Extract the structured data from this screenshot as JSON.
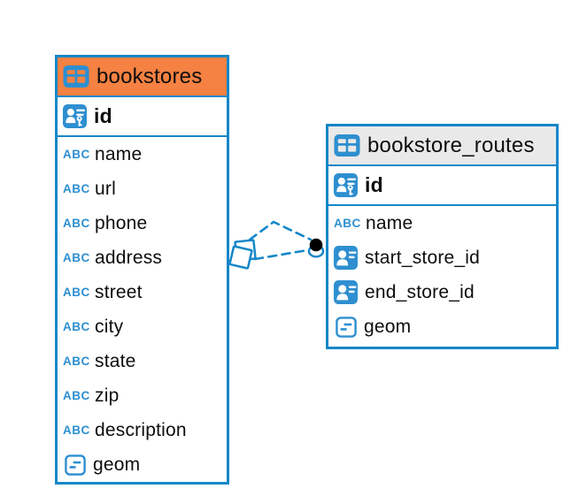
{
  "colors": {
    "accent_blue": "#1587C8",
    "icon_blue": "#2E8FD0",
    "header_orange": "#F58142",
    "header_gray": "#E9E9E9"
  },
  "icons": {
    "text_type_label": "ABC"
  },
  "tables": [
    {
      "title": "bookstores",
      "header_color": "orange",
      "primary_key": "id",
      "fields": [
        {
          "name": "name",
          "type": "text"
        },
        {
          "name": "url",
          "type": "text"
        },
        {
          "name": "phone",
          "type": "text"
        },
        {
          "name": "address",
          "type": "text"
        },
        {
          "name": "street",
          "type": "text"
        },
        {
          "name": "city",
          "type": "text"
        },
        {
          "name": "state",
          "type": "text"
        },
        {
          "name": "zip",
          "type": "text"
        },
        {
          "name": "description",
          "type": "text"
        },
        {
          "name": "geom",
          "type": "geometry"
        }
      ]
    },
    {
      "title": "bookstore_routes",
      "header_color": "gray",
      "primary_key": "id",
      "fields": [
        {
          "name": "name",
          "type": "text"
        },
        {
          "name": "start_store_id",
          "type": "reference"
        },
        {
          "name": "end_store_id",
          "type": "reference"
        },
        {
          "name": "geom",
          "type": "geometry"
        }
      ]
    }
  ],
  "relationship": {
    "from_table": "bookstore_routes",
    "to_table": "bookstores",
    "line_style": "dashed",
    "line_count": 2
  }
}
